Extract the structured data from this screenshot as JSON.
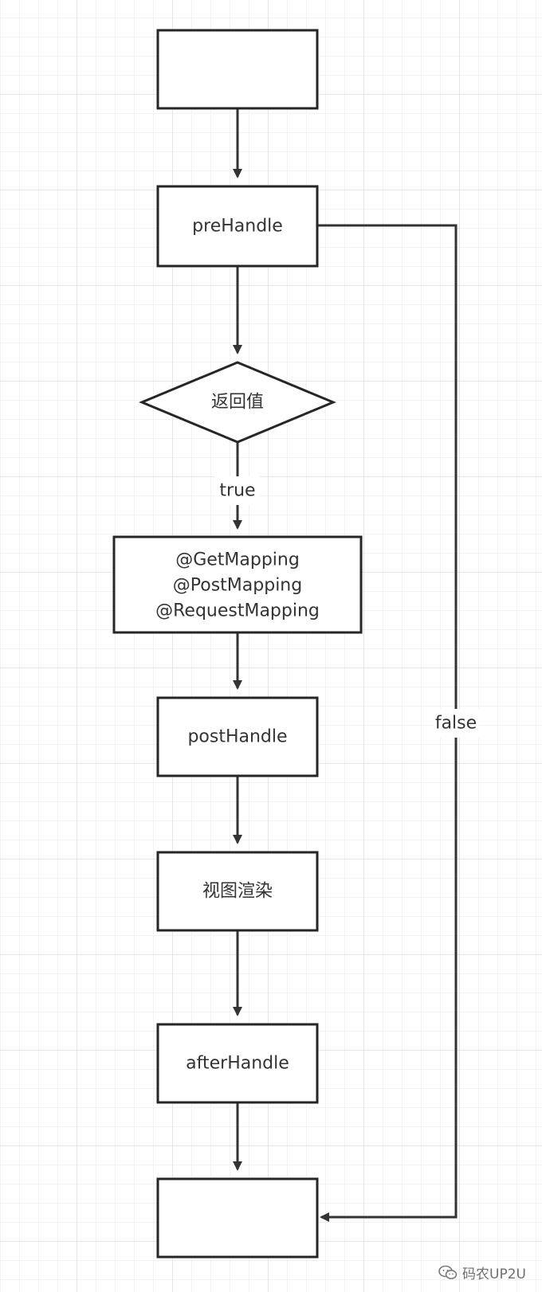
{
  "diagram": {
    "nodes": {
      "start_box": {
        "label": ""
      },
      "pre_handle": {
        "label": "preHandle"
      },
      "return_value": {
        "label": "返回值"
      },
      "mapping": {
        "lines": [
          "@GetMapping",
          "@PostMapping",
          "@RequestMapping"
        ]
      },
      "post_handle": {
        "label": "postHandle"
      },
      "view_render": {
        "label": "视图渲染"
      },
      "after_handle": {
        "label": "afterHandle"
      },
      "end_box": {
        "label": ""
      }
    },
    "edges": {
      "true_label": "true",
      "false_label": "false"
    }
  },
  "watermark": {
    "text": "码农UP2U",
    "icon": "wechat-icon"
  }
}
